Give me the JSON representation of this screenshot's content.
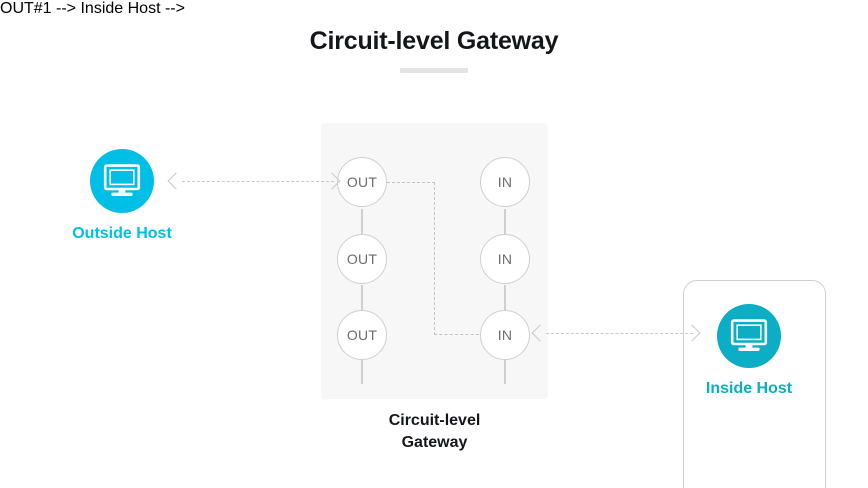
{
  "page": {
    "title": "Circuit-level Gateway",
    "background_color": "#ffffff"
  },
  "diagram": {
    "caption_line1": "Circuit-level",
    "caption_line2": "Gateway",
    "panel_color": "#f7f7f7",
    "line_color": "#cfcfcf",
    "dash_color": "#c4c4c4"
  },
  "hosts": {
    "outside": {
      "label": "Outside Host",
      "color": "#00bfe6",
      "icon": "monitor-icon"
    },
    "inside": {
      "label": "Inside Host",
      "color": "#0baec4",
      "icon": "monitor-icon"
    }
  },
  "nodes": {
    "out": [
      {
        "label": "OUT"
      },
      {
        "label": "OUT"
      },
      {
        "label": "OUT"
      }
    ],
    "in": [
      {
        "label": "IN"
      },
      {
        "label": "IN"
      },
      {
        "label": "IN"
      }
    ]
  }
}
